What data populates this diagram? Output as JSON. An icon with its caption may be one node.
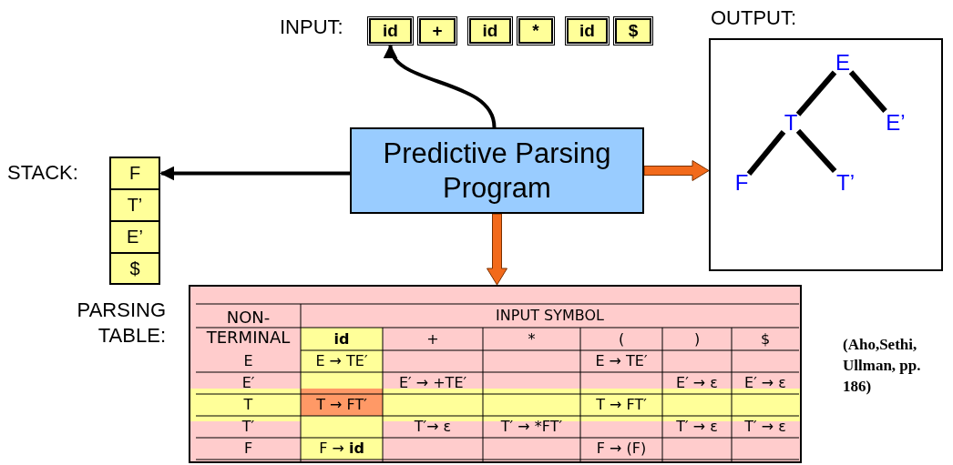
{
  "diagram": {
    "nodes": [
      {
        "text": [
          "Predictive Parsing Program"
        ]
      },
      {
        "text": [
          "id"
        ]
      },
      {
        "text": [
          "+"
        ]
      },
      {
        "text": [
          "id"
        ]
      },
      {
        "text": [
          "*"
        ]
      },
      {
        "text": [
          "id"
        ]
      },
      {
        "text": [
          "$"
        ]
      },
      {
        "text": [
          "F"
        ]
      },
      {
        "text": [
          "T’"
        ]
      },
      {
        "text": [
          "E’"
        ]
      },
      {
        "text": [
          "$"
        ]
      },
      {
        "text": [
          "OUTPUT:"
        ]
      },
      {
        "text": [
          "E"
        ],
        "in": 11
      },
      {
        "text": [
          "T"
        ],
        "in": 11
      },
      {
        "text": [
          "E’"
        ],
        "in": 11
      },
      {
        "text": [
          "F"
        ],
        "in": 11
      },
      {
        "text": [
          "T’"
        ],
        "in": 11
      },
      {
        "text": [
          "PARSING TABLE:"
        ]
      }
    ],
    "edges": [
      {
        "from": 0,
        "to": 1,
        "arrow": "to"
      },
      {
        "from": 0,
        "to": 7,
        "arrow": "to"
      },
      {
        "from": 0,
        "to": 11,
        "arrow": "to",
        "color": "#f26a1b"
      },
      {
        "from": 0,
        "to": 17,
        "arrow": "to",
        "color": "#f26a1b"
      },
      {
        "from": 12,
        "to": 13,
        "arrow": "none"
      },
      {
        "from": 12,
        "to": 14,
        "arrow": "none"
      },
      {
        "from": 13,
        "to": 15,
        "arrow": "none"
      },
      {
        "from": 13,
        "to": 16,
        "arrow": "none"
      }
    ],
    "labels": [
      "INPUT:",
      "STACK:",
      "NON- TERMINAL",
      "INPUT SYMBOL",
      "id",
      "+",
      "*",
      "(",
      ")",
      "$",
      "E",
      "E → TE′",
      "E → TE′",
      "E′",
      "E′ → +TE′",
      "E′ → ε",
      "E′ → ε",
      "T",
      "T → FT′",
      "T → FT′",
      "T′",
      "T′→ ε",
      "T′ → *FT′",
      "T′ → ε",
      "T′ → ε",
      "F",
      "F → **id**",
      "F → (F)",
      "(Aho,Sethi, Ullman, pp. 186)"
    ]
  }
}
